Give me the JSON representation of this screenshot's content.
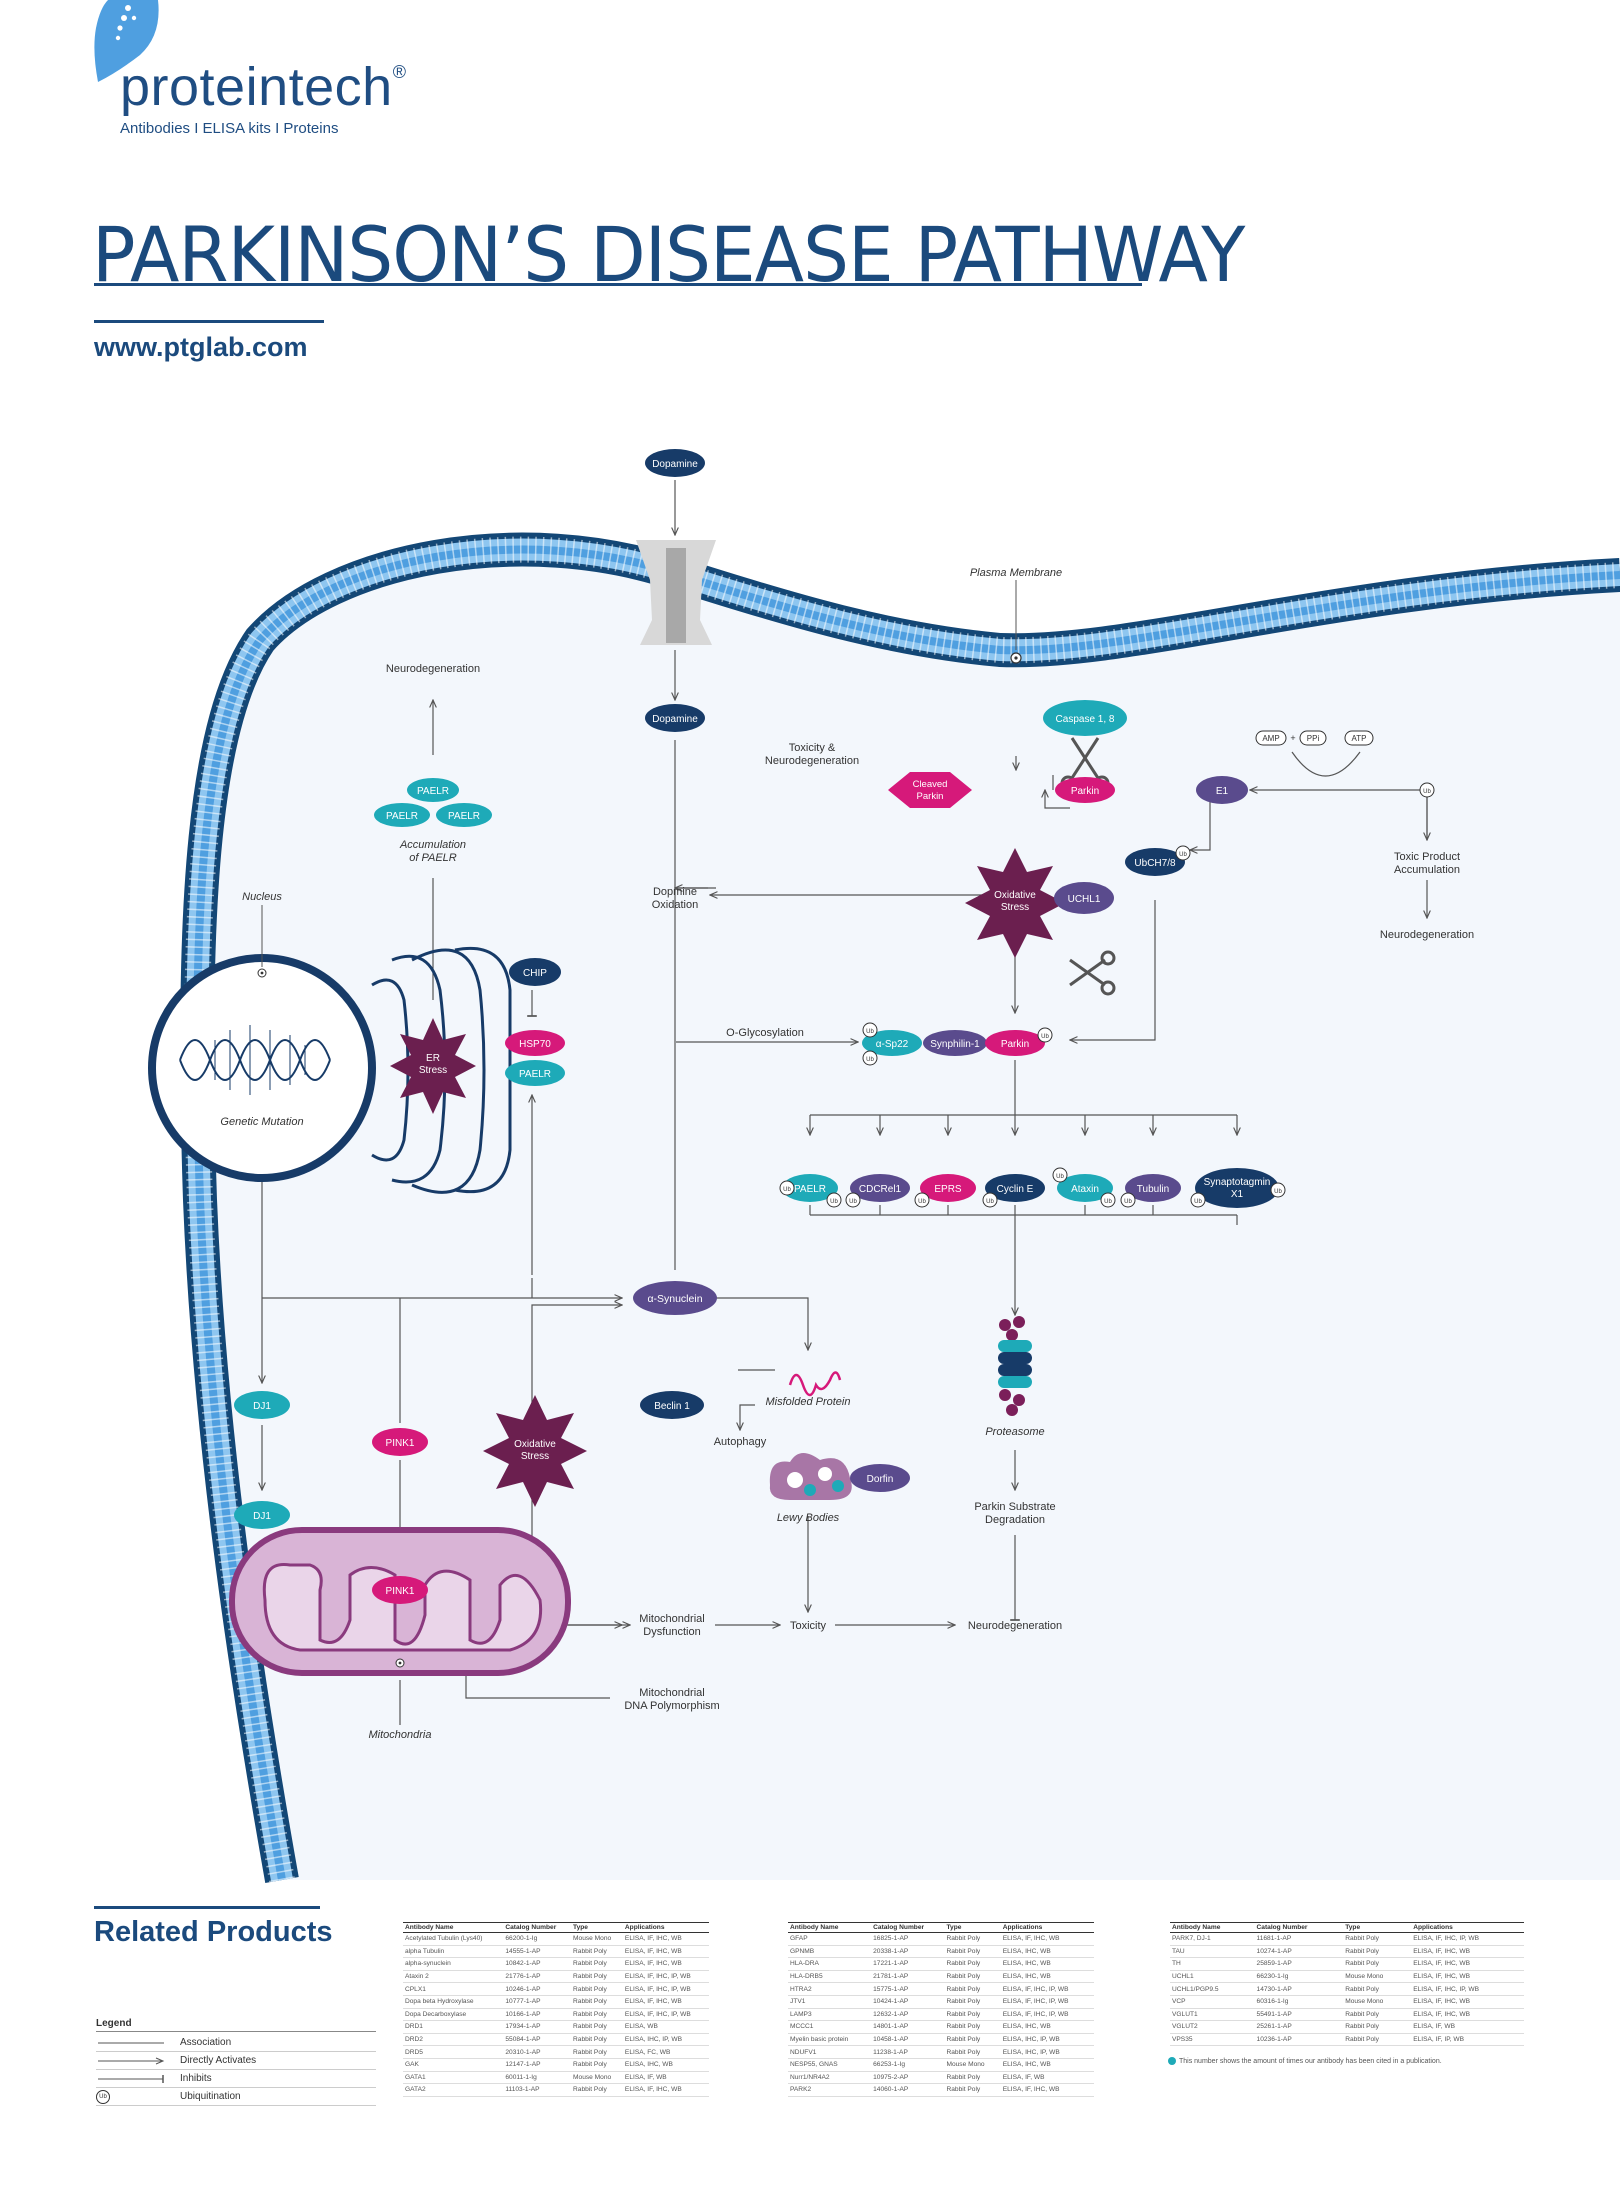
{
  "brand": {
    "name": "proteintech",
    "registered": "®",
    "tagline": "Antibodies  I  ELISA kits  I  Proteins"
  },
  "title": "PARKINSON’S DISEASE PATHWAY",
  "url": "www.ptglab.com",
  "colors": {
    "navy": "#173b68",
    "teal": "#1eaab8",
    "magenta": "#d6197a",
    "purple": "#5a4b8d",
    "plum": "#7b1f5a",
    "membrane": "#4f9fe0",
    "mito": "#8a3a7e"
  },
  "diagram": {
    "labels": {
      "plasma_membrane": "Plasma Membrane",
      "neurodegeneration_top": "Neurodegeneration",
      "accumulation_1": "Accumulation",
      "accumulation_2": "of PAELR",
      "nucleus": "Nucleus",
      "genetic_mutation": "Genetic Mutation",
      "toxicity_1": "Toxicity &",
      "toxicity_2": "Neurodegeneration",
      "dopmine_ox_1": "Dopmine",
      "dopmine_ox_2": "Oxidation",
      "toxic_product_1": "Toxic Product",
      "toxic_product_2": "Accumulation",
      "neurodegeneration_right": "Neurodegeneration",
      "o_glycosylation": "O-Glycosylation",
      "misfolded_protein": "Misfolded Protein",
      "autophagy": "Autophagy",
      "lewy_bodies": "Lewy Bodies",
      "proteasome": "Proteasome",
      "parkin_sub_1": "Parkin Substrate",
      "parkin_sub_2": "Degradation",
      "mito_dys_1": "Mitochondrial",
      "mito_dys_2": "Dysfunction",
      "toxicity": "Toxicity",
      "neurodegeneration_bottom": "Neurodegeneration",
      "mito_dna_1": "Mitochondrial",
      "mito_dna_2": "DNA Polymorphism",
      "mitochondria": "Mitochondria"
    },
    "nodes": {
      "dopamine_top": "Dopamine",
      "dopamine_mid": "Dopamine",
      "caspase": "Caspase 1, 8",
      "cleaved_parkin_1": "Cleaved",
      "cleaved_parkin_2": "Parkin",
      "parkin_top": "Parkin",
      "e1": "E1",
      "amp": "AMP",
      "ppi": "PPi",
      "atp": "ATP",
      "ubch": "UbCH7/8",
      "ox_stress_1": "Oxidative",
      "ox_stress_2": "Stress",
      "uchl1": "UCHL1",
      "paelr_a": "PAELR",
      "paelr_b": "PAELR",
      "paelr_c": "PAELR",
      "chip": "CHIP",
      "hsp70": "HSP70",
      "paelr_er": "PAELR",
      "er_1": "ER",
      "er_2": "Stress",
      "asp22": "α-Sp22",
      "synphilin": "Synphilin-1",
      "parkin_mid": "Parkin",
      "sub_paelr": "PAELR",
      "sub_cdcrel": "CDCRel1",
      "sub_eprs": "EPRS",
      "sub_cyclin": "Cyclin E",
      "sub_ataxin": "Ataxin",
      "sub_tubulin": "Tubulin",
      "sub_syn_1": "Synaptotagmin",
      "sub_syn_2": "X1",
      "a_synuclein": "α-Synuclein",
      "beclin": "Beclin 1",
      "dj1_a": "DJ1",
      "dj1_b": "DJ1",
      "pink1_a": "PINK1",
      "pink1_b": "PINK1",
      "ox2_1": "Oxidative",
      "ox2_2": "Stress",
      "dorfin": "Dorfin",
      "ub": "Ub"
    }
  },
  "related": {
    "title": "Related Products",
    "legend": {
      "title": "Legend",
      "items": [
        {
          "label": "Association"
        },
        {
          "label": "Directly Activates"
        },
        {
          "label": "Inhibits"
        },
        {
          "label": "Ubiquitination",
          "symbol": "Ub"
        }
      ]
    },
    "columns": [
      "Antibody Name",
      "Catalog Number",
      "Type",
      "Applications"
    ],
    "tables": [
      [
        [
          "Acetylated Tubulin (Lys40)",
          "66200-1-Ig",
          "Mouse Mono",
          "ELISA, IF, IHC, WB"
        ],
        [
          "alpha Tubulin",
          "14555-1-AP",
          "Rabbit Poly",
          "ELISA, IF, IHC, WB"
        ],
        [
          "alpha-synuclein",
          "10842-1-AP",
          "Rabbit Poly",
          "ELISA, IF, IHC, WB"
        ],
        [
          "Ataxin 2",
          "21776-1-AP",
          "Rabbit Poly",
          "ELISA, IF, IHC, IP, WB"
        ],
        [
          "CPLX1",
          "10246-1-AP",
          "Rabbit Poly",
          "ELISA, IF, IHC, IP, WB"
        ],
        [
          "Dopa beta Hydroxylase",
          "10777-1-AP",
          "Rabbit Poly",
          "ELISA, IF, IHC, WB"
        ],
        [
          "Dopa Decarboxylase",
          "10166-1-AP",
          "Rabbit Poly",
          "ELISA, IF, IHC, IP, WB"
        ],
        [
          "DRD1",
          "17934-1-AP",
          "Rabbit Poly",
          "ELISA, WB"
        ],
        [
          "DRD2",
          "55084-1-AP",
          "Rabbit Poly",
          "ELISA, IHC, IP, WB"
        ],
        [
          "DRD5",
          "20310-1-AP",
          "Rabbit Poly",
          "ELISA, FC, WB"
        ],
        [
          "GAK",
          "12147-1-AP",
          "Rabbit Poly",
          "ELISA, IHC, WB"
        ],
        [
          "GATA1",
          "60011-1-Ig",
          "Mouse Mono",
          "ELISA, IF, WB"
        ],
        [
          "GATA2",
          "11103-1-AP",
          "Rabbit Poly",
          "ELISA, IF, IHC, WB"
        ]
      ],
      [
        [
          "GFAP",
          "16825-1-AP",
          "Rabbit Poly",
          "ELISA, IF, IHC, WB"
        ],
        [
          "GPNMB",
          "20338-1-AP",
          "Rabbit Poly",
          "ELISA, IHC, WB"
        ],
        [
          "HLA-DRA",
          "17221-1-AP",
          "Rabbit Poly",
          "ELISA, IHC, WB"
        ],
        [
          "HLA-DRB5",
          "21781-1-AP",
          "Rabbit Poly",
          "ELISA, IHC, WB"
        ],
        [
          "HTRA2",
          "15775-1-AP",
          "Rabbit Poly",
          "ELISA, IF, IHC, IP, WB"
        ],
        [
          "JTV1",
          "10424-1-AP",
          "Rabbit Poly",
          "ELISA, IF, IHC, IP, WB"
        ],
        [
          "LAMP3",
          "12632-1-AP",
          "Rabbit Poly",
          "ELISA, IF, IHC, IP, WB"
        ],
        [
          "MCCC1",
          "14801-1-AP",
          "Rabbit Poly",
          "ELISA, IHC, WB"
        ],
        [
          "Myelin basic protein",
          "10458-1-AP",
          "Rabbit Poly",
          "ELISA, IHC, IP, WB"
        ],
        [
          "NDUFV1",
          "11238-1-AP",
          "Rabbit Poly",
          "ELISA, IHC, IP, WB"
        ],
        [
          "NESP55, GNAS",
          "66253-1-Ig",
          "Mouse Mono",
          "ELISA, IHC, WB"
        ],
        [
          "Nurr1/NR4A2",
          "10975-2-AP",
          "Rabbit Poly",
          "ELISA, IF, WB"
        ],
        [
          "PARK2",
          "14060-1-AP",
          "Rabbit Poly",
          "ELISA, IF, IHC, WB"
        ]
      ],
      [
        [
          "PARK7, DJ-1",
          "11681-1-AP",
          "Rabbit Poly",
          "ELISA, IF, IHC, IP, WB"
        ],
        [
          "TAU",
          "10274-1-AP",
          "Rabbit Poly",
          "ELISA, IF, IHC, WB"
        ],
        [
          "TH",
          "25859-1-AP",
          "Rabbit Poly",
          "ELISA, IF, IHC, WB"
        ],
        [
          "UCHL1",
          "66230-1-Ig",
          "Mouse Mono",
          "ELISA, IF, IHC, WB"
        ],
        [
          "UCHL1/PGP9.5",
          "14730-1-AP",
          "Rabbit Poly",
          "ELISA, IF, IHC, IP, WB"
        ],
        [
          "VCP",
          "60316-1-Ig",
          "Mouse Mono",
          "ELISA, IF, IHC, WB"
        ],
        [
          "VGLUT1",
          "55491-1-AP",
          "Rabbit Poly",
          "ELISA, IF, IHC, WB"
        ],
        [
          "VGLUT2",
          "25261-1-AP",
          "Rabbit Poly",
          "ELISA, IF, WB"
        ],
        [
          "VPS35",
          "10236-1-AP",
          "Rabbit Poly",
          "ELISA, IF, IP, WB"
        ]
      ]
    ],
    "footnote": "This number shows the amount of times our antibody has been cited in a publication."
  }
}
